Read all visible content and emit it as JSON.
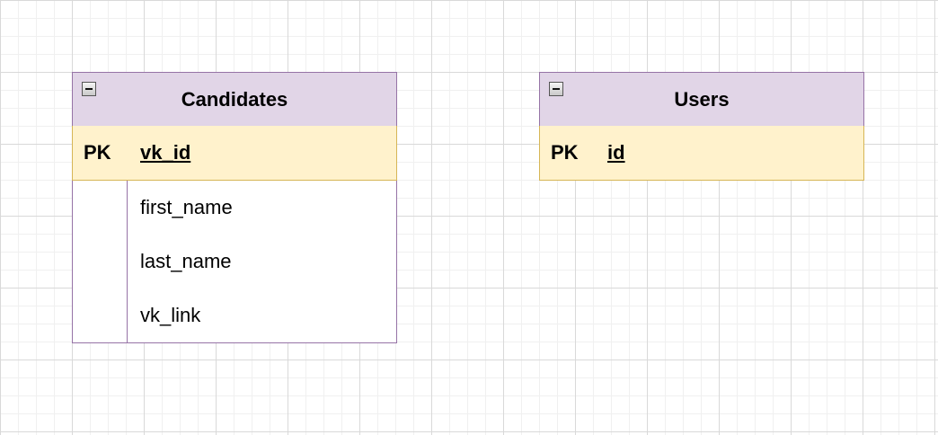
{
  "entities": [
    {
      "title": "Candidates",
      "primary_key": {
        "label": "PK",
        "name": "vk_id"
      },
      "attributes": [
        "first_name",
        "last_name",
        "vk_link"
      ]
    },
    {
      "title": "Users",
      "primary_key": {
        "label": "PK",
        "name": "id"
      },
      "attributes": []
    }
  ],
  "colors": {
    "header_fill": "#e1d5e7",
    "header_stroke": "#9673a6",
    "key_fill": "#fff2cc",
    "key_stroke": "#d6b656"
  }
}
